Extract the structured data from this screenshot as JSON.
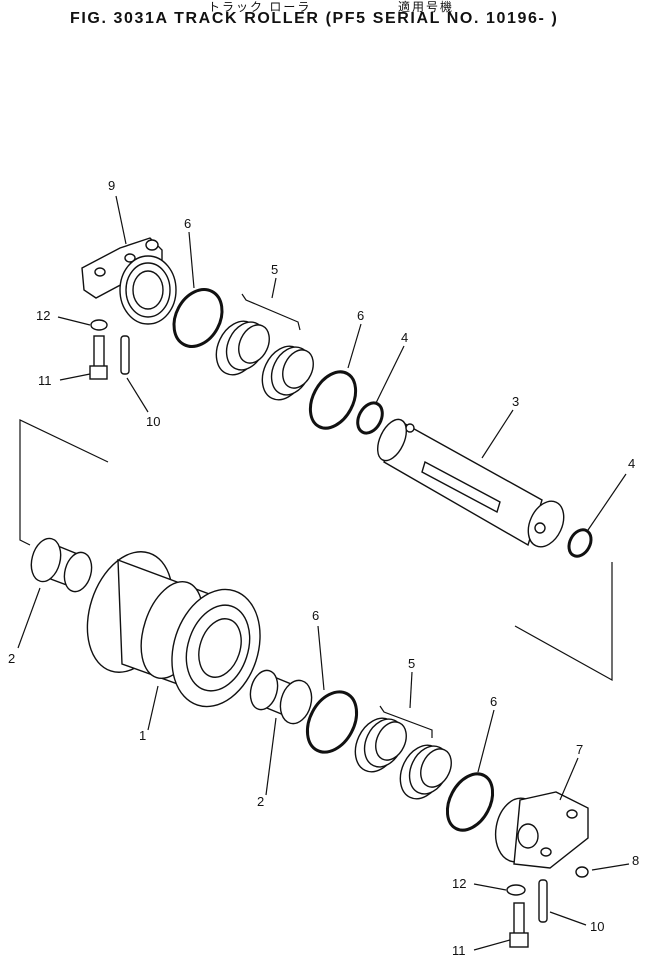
{
  "header": {
    "title": "FIG. 3031A  TRACK ROLLER (PF5 SERIAL  NO. 10196- )",
    "japanese_left": "トラック  ローラ",
    "japanese_right": "適用号機"
  },
  "callouts": [
    {
      "id": "c9a",
      "text": "9"
    },
    {
      "id": "c6a",
      "text": "6"
    },
    {
      "id": "c5a",
      "text": "5"
    },
    {
      "id": "c6b",
      "text": "6"
    },
    {
      "id": "c4a",
      "text": "4"
    },
    {
      "id": "c3",
      "text": "3"
    },
    {
      "id": "c4b",
      "text": "4"
    },
    {
      "id": "c12a",
      "text": "12"
    },
    {
      "id": "c11a",
      "text": "11"
    },
    {
      "id": "c10a",
      "text": "10"
    },
    {
      "id": "c2a",
      "text": "2"
    },
    {
      "id": "c1",
      "text": "1"
    },
    {
      "id": "c6c",
      "text": "6"
    },
    {
      "id": "c5b",
      "text": "5"
    },
    {
      "id": "c6d",
      "text": "6"
    },
    {
      "id": "c2b",
      "text": "2"
    },
    {
      "id": "c7",
      "text": "7"
    },
    {
      "id": "c8",
      "text": "8"
    },
    {
      "id": "c12b",
      "text": "12"
    },
    {
      "id": "c10b",
      "text": "10"
    },
    {
      "id": "c11b",
      "text": "11"
    }
  ]
}
